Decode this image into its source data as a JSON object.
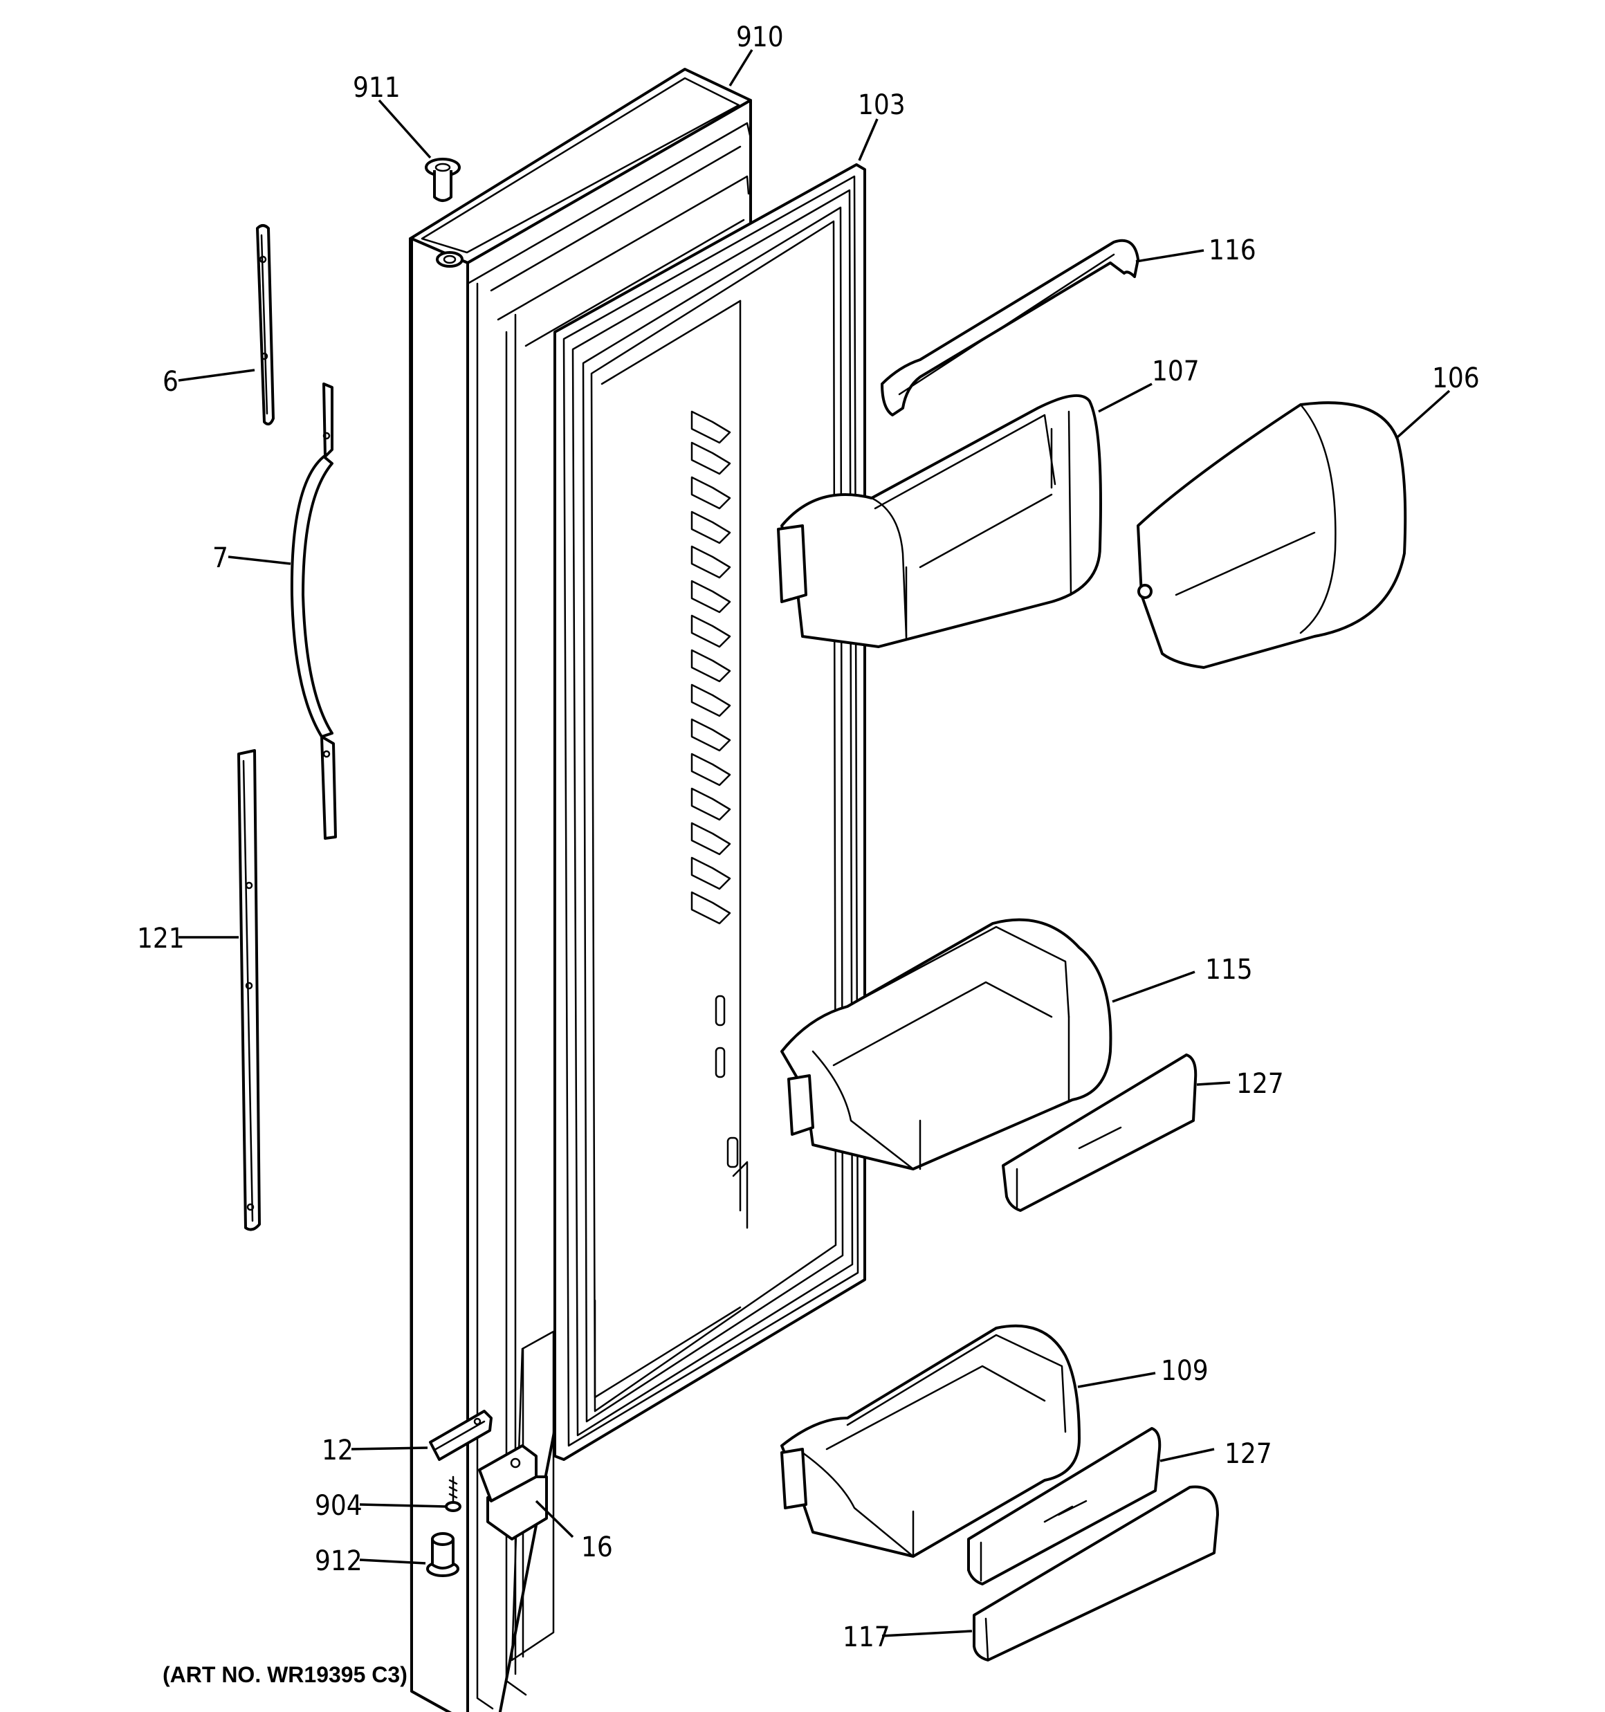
{
  "callouts": {
    "c910": "910",
    "c911": "911",
    "c103": "103",
    "c116": "116",
    "c107": "107",
    "c106": "106",
    "c6": "6",
    "c7": "7",
    "c121": "121",
    "c115": "115",
    "c127a": "127",
    "c109": "109",
    "c127b": "127",
    "c12": "12",
    "c904": "904",
    "c912": "912",
    "c16": "16",
    "c117": "117"
  },
  "art_number": "(ART NO. WR19395 C3)"
}
